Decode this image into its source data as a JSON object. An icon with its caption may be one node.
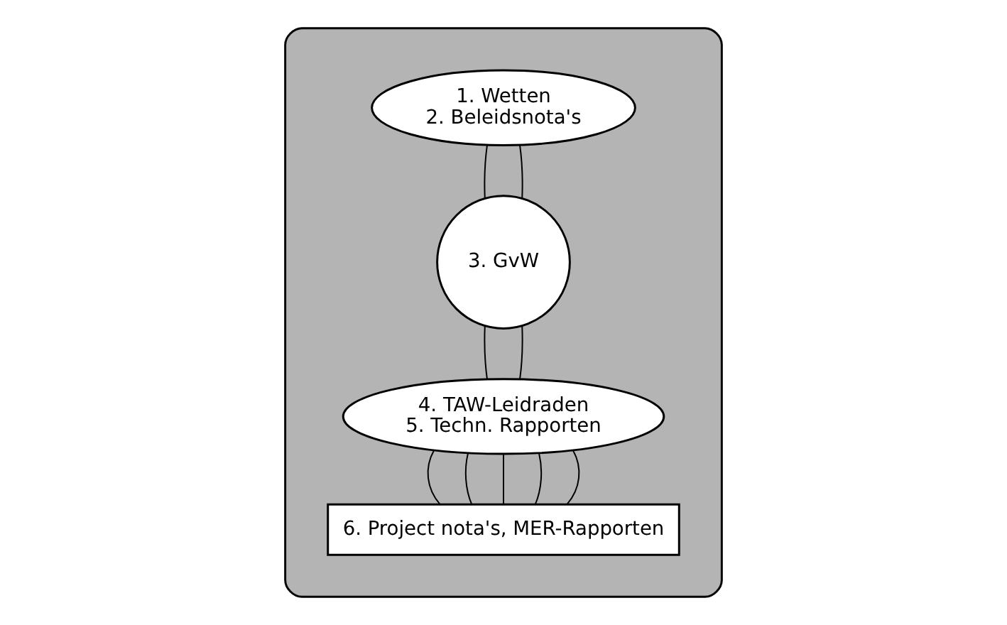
{
  "diagram": {
    "nodes": [
      {
        "text": [],
        "shape": "ellipse"
      },
      {
        "text": [
          "1. Wetten",
          "2. Beleidsnota's"
        ],
        "in": 0
      },
      {
        "text": [
          "3. GvW"
        ],
        "in": 0
      },
      {
        "text": [
          "4. TAW-Leidraden",
          "5. Techn. Rapporten"
        ],
        "in": 0
      },
      {
        "text": [
          "6. Project nota's, MER-Rapporten"
        ],
        "in": 0
      }
    ],
    "edges": [
      {
        "from": 1,
        "to": 2,
        "arrow": "none"
      },
      {
        "from": 1,
        "to": 2,
        "arrow": "none"
      },
      {
        "from": 2,
        "to": 3,
        "arrow": "none"
      },
      {
        "from": 2,
        "to": 3,
        "arrow": "none"
      },
      {
        "from": 3,
        "to": 4,
        "arrow": "none"
      },
      {
        "from": 3,
        "to": 4,
        "arrow": "none"
      },
      {
        "from": 3,
        "to": 4,
        "arrow": "none"
      },
      {
        "from": 3,
        "to": 4,
        "arrow": "none"
      },
      {
        "from": 3,
        "to": 4,
        "arrow": "none"
      }
    ]
  }
}
